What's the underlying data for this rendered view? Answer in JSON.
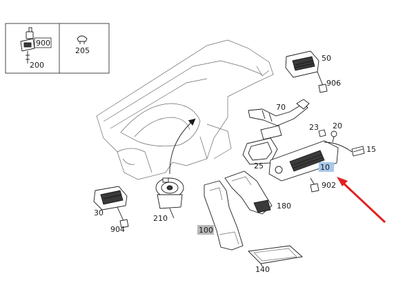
{
  "labels": {
    "p900": "900",
    "p200": "200",
    "p205": "205",
    "p50": "50",
    "p906": "906",
    "p70": "70",
    "p23": "23",
    "p20": "20",
    "p25": "25",
    "p15": "15",
    "p10": "10",
    "p902": "902",
    "p30": "30",
    "p904": "904",
    "p210": "210",
    "p180": "180",
    "p100": "100",
    "p140": "140"
  },
  "colors": {
    "highlight_selected": "#a8c8ec",
    "highlight_secondary": "#b8b8b8",
    "pointer_arrow": "#e02020",
    "line": "#1a1a1a"
  }
}
